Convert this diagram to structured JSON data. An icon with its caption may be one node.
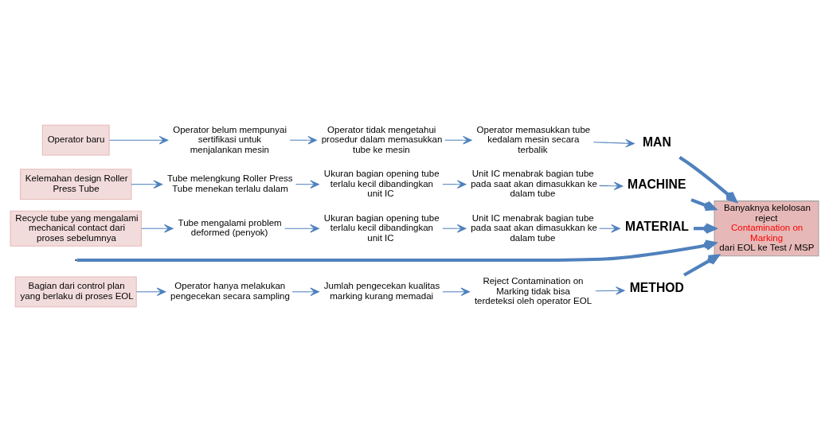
{
  "diagram": {
    "nodes": [
      {
        "text": [
          "METHOD"
        ]
      },
      {
        "text": [
          "Bagian dari control plan yang berlaku di proses EOL"
        ]
      },
      {
        "text": [
          "Operator hanya melakukan pengecekan secara sampling"
        ]
      },
      {
        "text": [
          "Jumlah pengecekan kualitas marking kurang memadai"
        ]
      },
      {
        "text": [
          "Reject Contamination on Marking tidak bisa terdeteksi oleh operator EOL"
        ]
      },
      {
        "text": [
          "MAN"
        ]
      },
      {
        "text": [
          "Operator baru"
        ]
      },
      {
        "text": [
          "Operator belum mempunyai sertifikasi untuk menjalankan mesin"
        ]
      },
      {
        "text": [
          "Operator tidak mengetahui prosedur dalam memasukkan tube ke mesin"
        ]
      },
      {
        "text": [
          "Operator memasukkan tube kedalam mesin secara terbalik"
        ]
      },
      {
        "text": [
          "Banyaknya kelolosan reject",
          "Contamination on Marking",
          "dari EOL ke Test / MSP"
        ]
      },
      {
        "text": [
          "MACHINE"
        ]
      },
      {
        "text": [
          "Unit IC menabrak bagian tube pada saat akan dimasukkan ke dalam tube"
        ]
      },
      {
        "text": [
          "Ukuran bagian opening tube terlalu kecil dibandingkan unit IC"
        ]
      },
      {
        "text": [
          "Tube melengkung Roller Press Tube menekan terlalu dalam"
        ]
      },
      {
        "text": [
          "Kelemahan design Roller Press Tube"
        ]
      },
      {
        "text": [
          "MATERIAL"
        ]
      },
      {
        "text": [
          "Unit IC menabrak bagian tube pada saat akan dimasukkan ke dalam tube"
        ]
      },
      {
        "text": [
          "Ukuran bagian opening tube terlalu kecil dibandingkan unit IC"
        ]
      },
      {
        "text": [
          "Tube mengalami problem deformed (penyok)"
        ]
      },
      {
        "text": [
          "Recycle tube yang mengalami mechanical contact dari proses sebelumnya"
        ]
      }
    ],
    "edges": [
      {
        "from": 1,
        "to": 2,
        "arrow": "to"
      },
      {
        "from": 2,
        "to": 3,
        "arrow": "to"
      },
      {
        "from": 3,
        "to": 4,
        "arrow": "to"
      },
      {
        "from": 4,
        "to": 0,
        "arrow": "to"
      },
      {
        "from": 0,
        "to": 10,
        "arrow": "to",
        "style": "thick"
      },
      {
        "from": 6,
        "to": 7,
        "arrow": "to"
      },
      {
        "from": 7,
        "to": 8,
        "arrow": "to"
      },
      {
        "from": 8,
        "to": 9,
        "arrow": "to"
      },
      {
        "from": 9,
        "to": 5,
        "arrow": "to"
      },
      {
        "from": 5,
        "to": 10,
        "arrow": "to",
        "style": "thick"
      },
      {
        "from": null,
        "to": 10,
        "arrow": "to",
        "style": "thick"
      },
      {
        "from": 15,
        "to": 14,
        "arrow": "to"
      },
      {
        "from": 14,
        "to": 13,
        "arrow": "to"
      },
      {
        "from": 13,
        "to": 12,
        "arrow": "to"
      },
      {
        "from": 12,
        "to": 11,
        "arrow": "to"
      },
      {
        "from": 11,
        "to": 10,
        "arrow": "to",
        "style": "thick"
      },
      {
        "from": 20,
        "to": 19,
        "arrow": "to"
      },
      {
        "from": 19,
        "to": 18,
        "arrow": "to"
      },
      {
        "from": 18,
        "to": 17,
        "arrow": "to"
      },
      {
        "from": 17,
        "to": 16,
        "arrow": "to"
      },
      {
        "from": 16,
        "to": 10,
        "arrow": "to",
        "style": "thick"
      }
    ]
  }
}
